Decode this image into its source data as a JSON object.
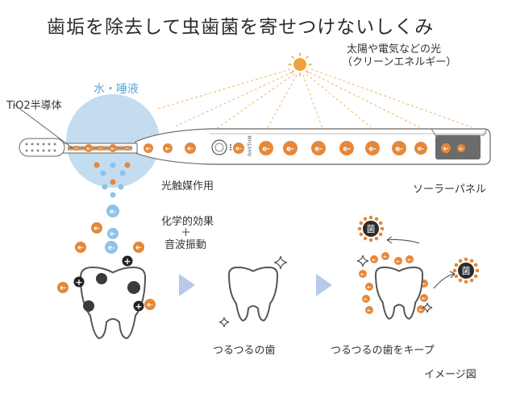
{
  "title": "歯垢を除去して虫歯菌を寄せつけないしくみ",
  "sunlight": {
    "line1": "太陽や電気などの光",
    "line2": "（クリーンエネルギー）"
  },
  "labels": {
    "water_saliva": "水・唾液",
    "semiconductor": "TiO2半導体",
    "photocatalyst": "光触媒作用",
    "solar_panel": "ソーラーパネル",
    "chemical_effect": "化学的効果",
    "plus": "＋",
    "sonic_vibration": "音波振動",
    "smooth_tooth": "つるつるの歯",
    "keep_smooth": "つるつるの歯をキープ",
    "image_note": "イメージ図",
    "brand": "RHYTHM"
  },
  "symbols": {
    "electron": "e-",
    "bacteria": "菌",
    "positive": "+"
  },
  "colors": {
    "electron_orange": "#e5883a",
    "electron_blue": "#8ec3e6",
    "water_bubble": "#c3dcf0",
    "sun": "#f0a13b",
    "arrow_blue": "#b9c9e9",
    "dark_particle": "#3a3a3a"
  }
}
